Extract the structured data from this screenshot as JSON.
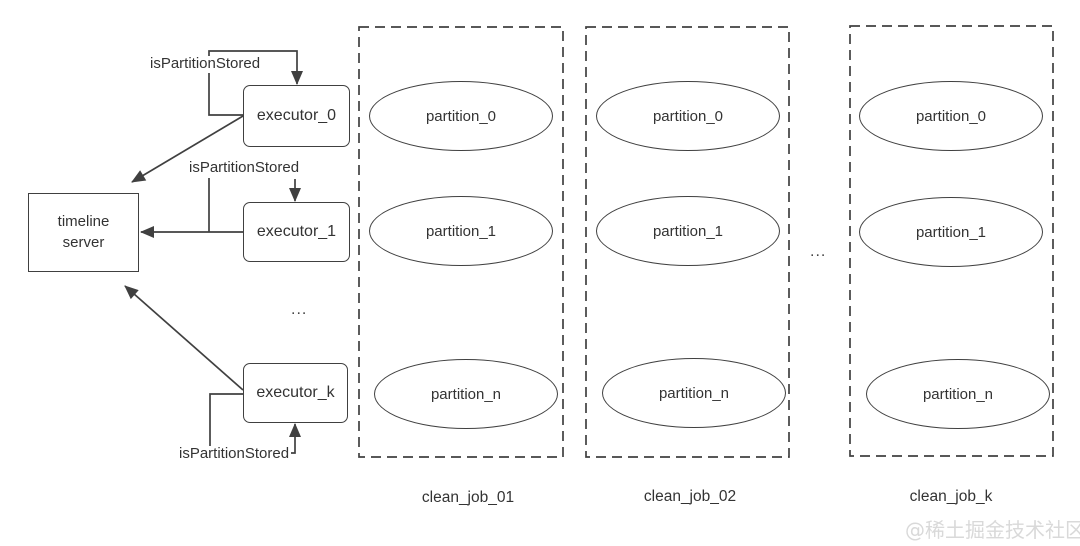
{
  "nodes": {
    "timeline_server": "timeline server",
    "executors": [
      "executor_0",
      "executor_1",
      "executor_k"
    ],
    "executors_ellipsis": "..."
  },
  "edge_label": "isPartitionStored",
  "jobs": [
    {
      "label": "clean_job_01",
      "partitions": [
        "partition_0",
        "partition_1",
        "partition_n"
      ]
    },
    {
      "label": "clean_job_02",
      "partitions": [
        "partition_0",
        "partition_1",
        "partition_n"
      ]
    },
    {
      "label": "clean_job_k",
      "partitions": [
        "partition_0",
        "partition_1",
        "partition_n"
      ]
    }
  ],
  "jobs_ellipsis": "...",
  "watermark": "@稀土掘金技术社区",
  "colors": {
    "line": "#404040",
    "text": "#333333",
    "watermark": "#d9d9d9",
    "background": "#ffffff"
  }
}
